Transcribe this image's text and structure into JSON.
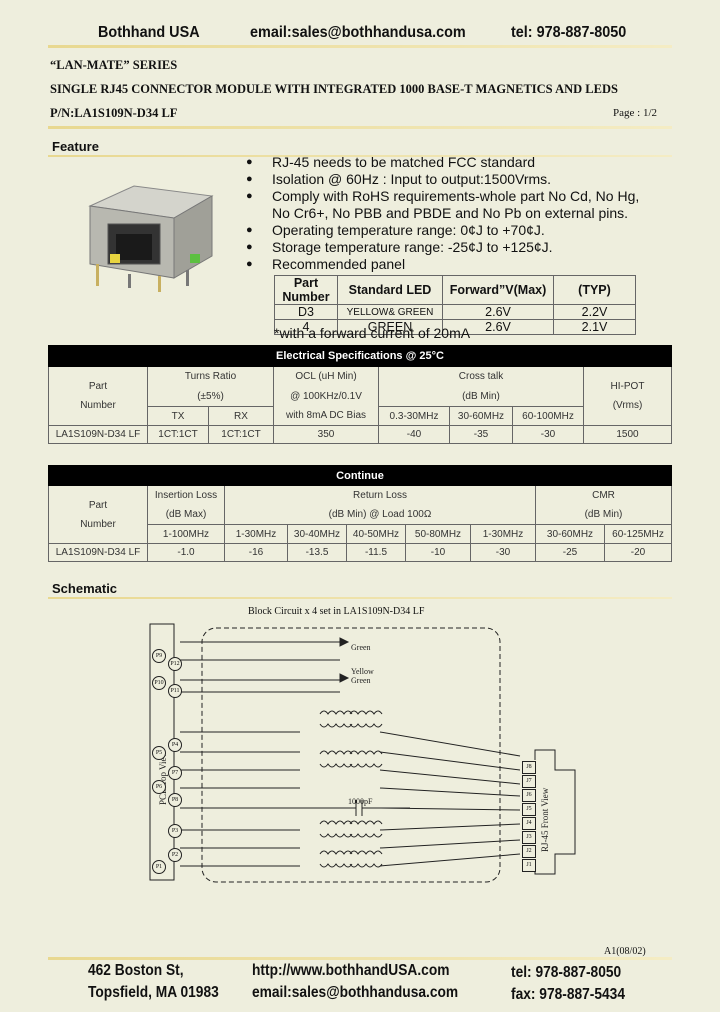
{
  "header": {
    "company": "Bothhand USA",
    "email": "email:sales@bothhandusa.com",
    "tel": "tel: 978-887-8050"
  },
  "series": "“LAN-MATE” SERIES",
  "title": "SINGLE RJ45 CONNECTOR MODULE WITH INTEGRATED 1000 BASE-T MAGNETICS AND LEDS",
  "pn": "P/N:LA1S109N-D34  LF",
  "page": "Page : 1/2",
  "feature": {
    "heading": "Feature",
    "items": [
      "RJ-45 needs to be matched FCC standard",
      "Isolation @ 60Hz : Input to output:1500Vrms.",
      "Comply with RoHS requirements-whole part No Cd, No Hg,",
      "Operating temperature range: 0¢J  to +70¢J.",
      "Storage temperature range: -25¢J  to +125¢J.",
      "Recommended panel"
    ],
    "item3_cont": "No Cr6+, No PBB and PBDE and No Pb on external pins."
  },
  "led_table": {
    "headers": [
      "Part Number",
      "Standard LED",
      "Forward”V(Max)",
      "(TYP)"
    ],
    "rows": [
      [
        "D3",
        "YELLOW& GREEN",
        "2.6V",
        "2.2V"
      ],
      [
        "4",
        "GREEN",
        "2.6V",
        "2.1V"
      ]
    ],
    "note": "*with a forward current of 20mA"
  },
  "elec": {
    "title": "Electrical Specifications @ 25°C",
    "part": "Part",
    "number": "Number",
    "turns": "Turns Ratio",
    "turns_tol": "(±5%)",
    "tx": "TX",
    "rx": "RX",
    "ocl": "OCL (uH Min)",
    "ocl2": "@ 100KHz/0.1V",
    "ocl3": "with 8mA DC Bias",
    "cross": "Cross talk",
    "cross2": "(dB Min)",
    "c1": "0.3-30MHz",
    "c2": "30-60MHz",
    "c3": "60-100MHz",
    "hipot": "HI-POT",
    "hipot2": "(Vrms)",
    "row": [
      "LA1S109N-D34 LF",
      "1CT:1CT",
      "1CT:1CT",
      "350",
      "-40",
      "-35",
      "-30",
      "1500"
    ]
  },
  "cont": {
    "title": "Continue",
    "part": "Part",
    "number": "Number",
    "il": "Insertion Loss",
    "il2": "(dB Max)",
    "il3": "1-100MHz",
    "rl": "Return Loss",
    "rl2": "(dB Min) @ Load 100Ω",
    "r1": "1-30MHz",
    "r2": "30-40MHz",
    "r3": "40-50MHz",
    "r4": "50-80MHz",
    "cmr": "CMR",
    "cmr2": "(dB Min)",
    "m1": "1-30MHz",
    "m2": "30-60MHz",
    "m3": "60-125MHz",
    "row": [
      "LA1S109N-D34 LF",
      "-1.0",
      "-16",
      "-13.5",
      "-11.5",
      "-10",
      "-30",
      "-25",
      "-20"
    ]
  },
  "schematic": {
    "heading": "Schematic",
    "block": "Block Circuit   x 4 set in LA1S109N-D34 LF",
    "pcb": "PCB Top View",
    "rj": "RJ-45 Front View",
    "cap": "1000pF",
    "green": "Green",
    "yellow": "Yellow",
    "green2": "Green",
    "left_pins": [
      "P9",
      "P12",
      "P10",
      "P11",
      "P4",
      "P5",
      "P7",
      "P6",
      "P8",
      "P3",
      "P2",
      "P1"
    ],
    "right_pins": [
      "J8",
      "J7",
      "J6",
      "J5",
      "J4",
      "J3",
      "J2",
      "J1"
    ]
  },
  "rev": "A1(08/02)",
  "footer": {
    "addr1": "462 Boston St,",
    "addr2": "Topsfield, MA 01983",
    "web": "http://www.bothhandUSA.com",
    "email": "email:sales@bothhandusa.com",
    "tel": "tel: 978-887-8050",
    "fax": "fax: 978-887-5434"
  }
}
